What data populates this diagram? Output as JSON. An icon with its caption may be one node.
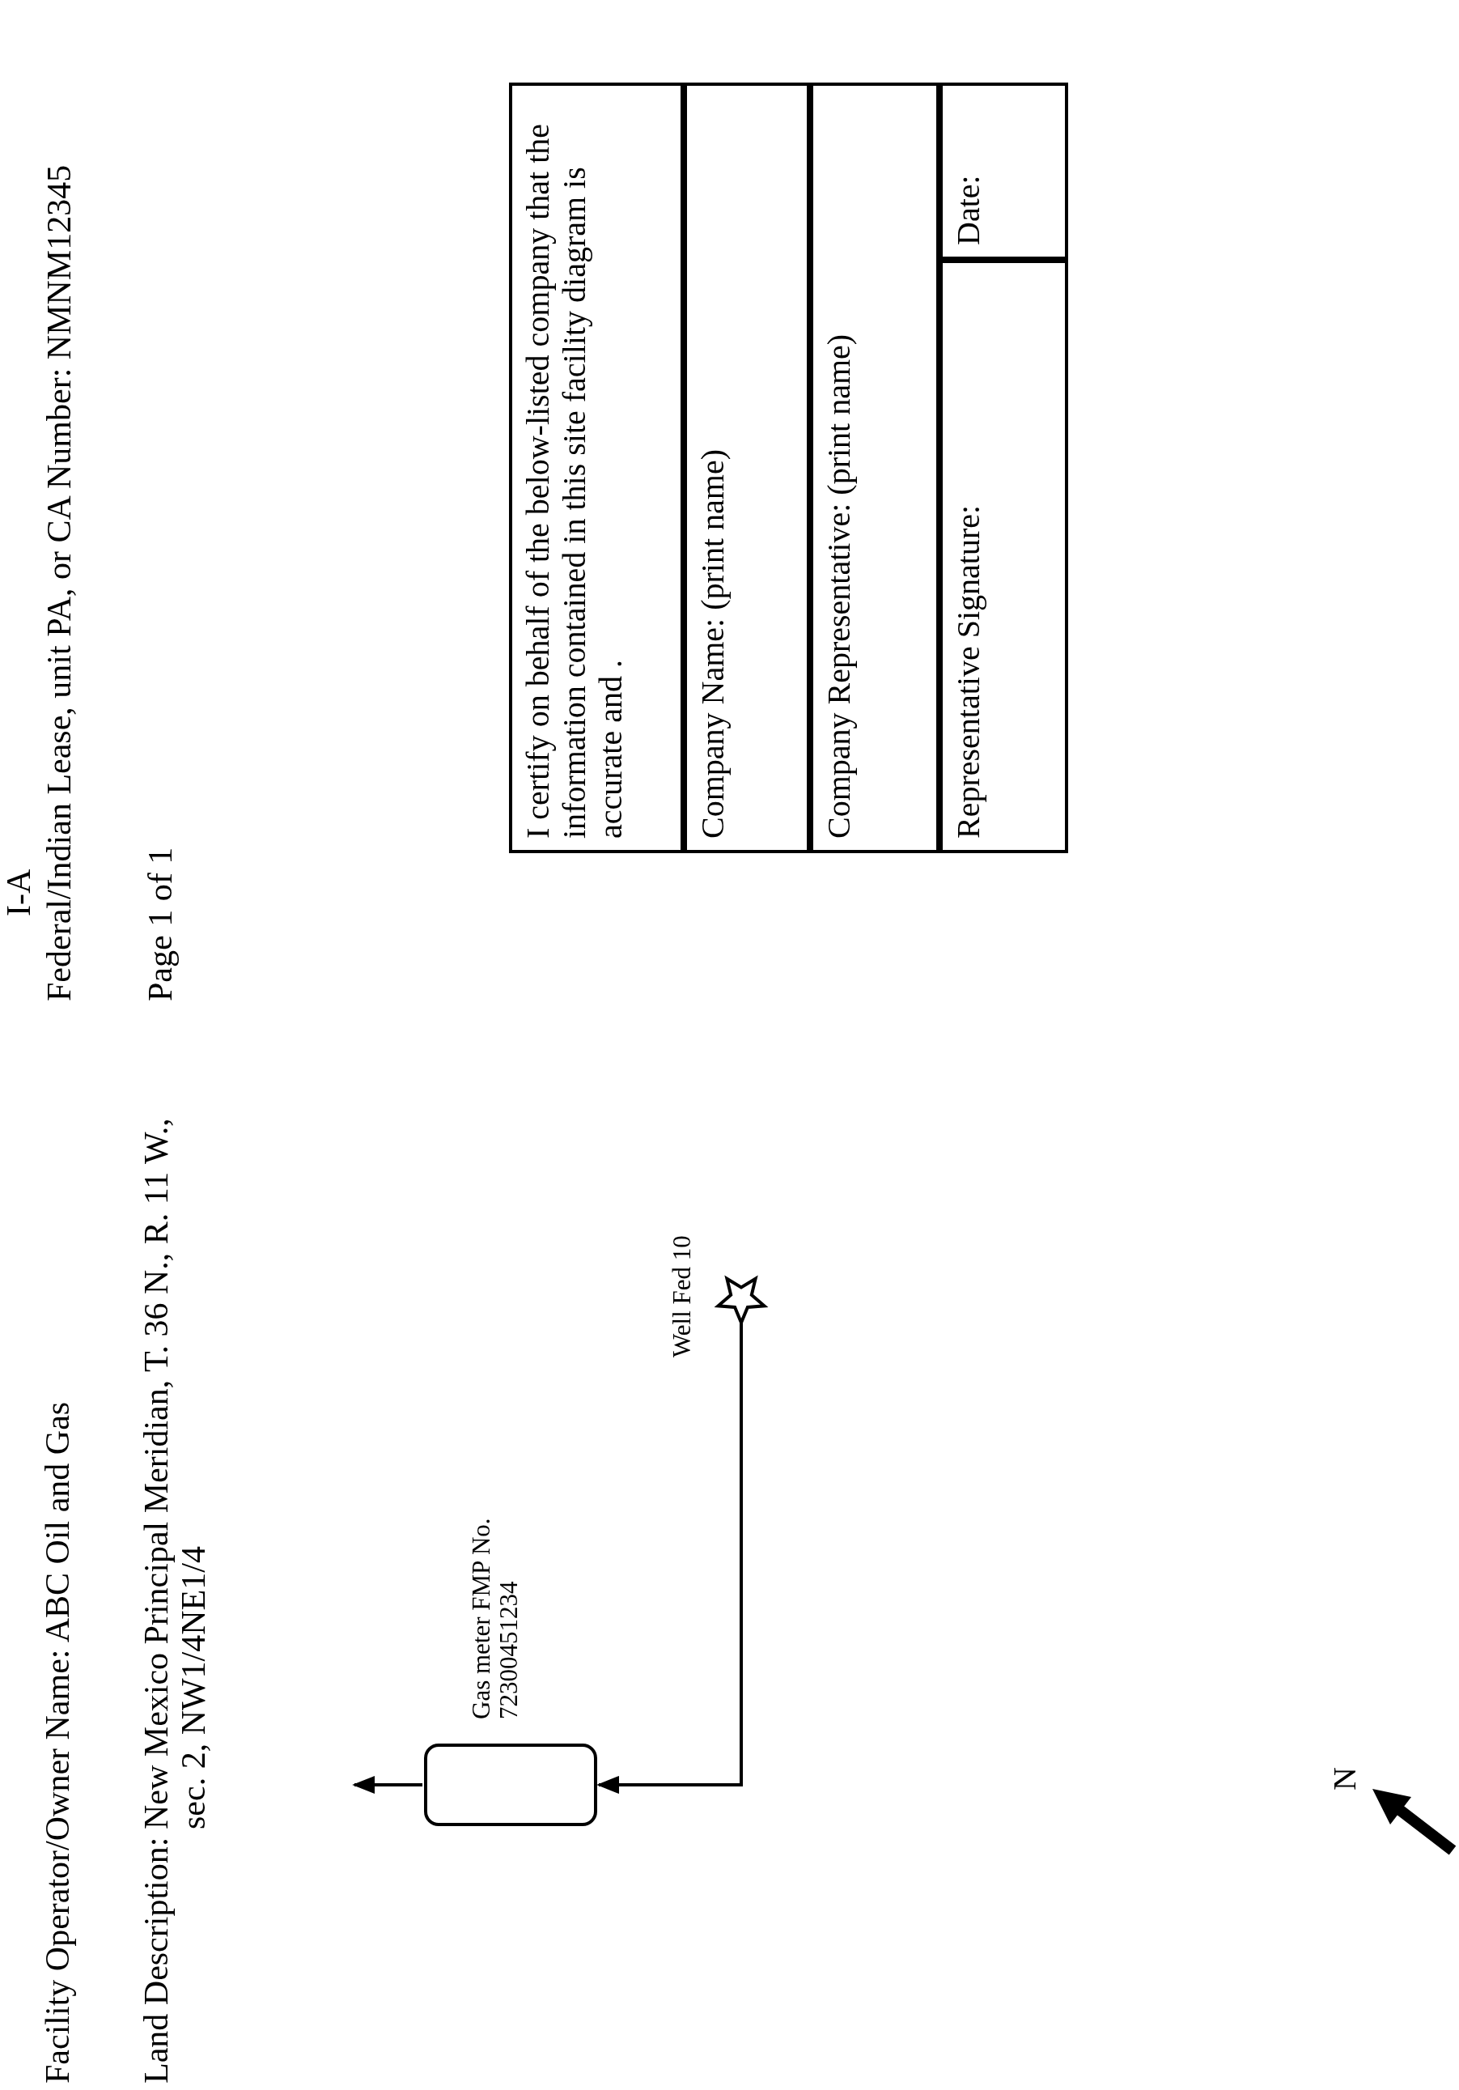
{
  "diagram": {
    "nodes": [
      {
        "text": [],
        "shape": "box",
        "beside": [
          "Gas meter FMP No. 72300451234"
        ]
      },
      {
        "text": [],
        "shape": "star",
        "beside": [
          "Well Fed 10"
        ]
      }
    ],
    "edges": [
      {
        "from": 1,
        "to": 0,
        "arrow": "to"
      },
      {
        "from": 0,
        "to": null,
        "arrow": "to"
      }
    ],
    "labels": [
      "Facility Operator/Owner Name: ABC Oil and Gas",
      "I-A",
      "Federal/Indian Lease, unit PA, or CA Number: NMNM12345",
      "Land Description:",
      "New Mexico Principal Meridian, T. 36 N., R. 11 W., sec. 2, NW1/4NE1/4",
      "Page 1 of 1",
      "I certify on behalf of the below-listed company that the information contained in this site facility diagram is accurate and .",
      "Company Name: (print name)",
      "Company Representative: (print name)",
      "Representative Signature:",
      "Date:",
      "N"
    ]
  }
}
